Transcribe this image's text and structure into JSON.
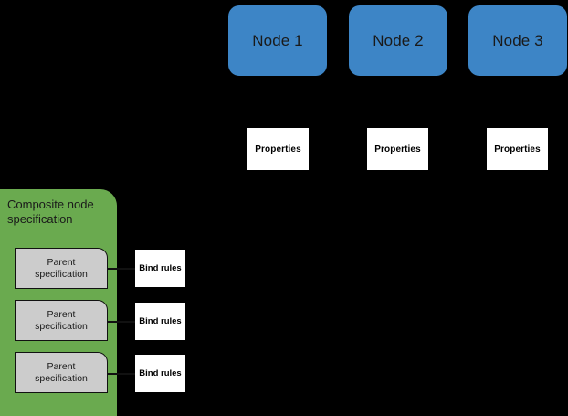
{
  "diagram": {
    "background_color": "#000000",
    "nodes": {
      "color": "#3D85C6",
      "items": [
        {
          "label": "Node 1"
        },
        {
          "label": "Node 2"
        },
        {
          "label": "Node 3"
        }
      ]
    },
    "properties": {
      "color": "#FFFFFF",
      "items": [
        {
          "label": "Properties"
        },
        {
          "label": "Properties"
        },
        {
          "label": "Properties"
        }
      ]
    },
    "composite": {
      "color": "#6AAA4F",
      "title": "Composite node specification",
      "parent_specs": [
        {
          "line1": "Parent",
          "line2": "specification"
        },
        {
          "line1": "Parent",
          "line2": "specification"
        },
        {
          "line1": "Parent",
          "line2": "specification"
        }
      ]
    },
    "bind_rules": {
      "color": "#FFFFFF",
      "items": [
        {
          "label": "Bind rules"
        },
        {
          "label": "Bind rules"
        },
        {
          "label": "Bind rules"
        }
      ]
    }
  }
}
